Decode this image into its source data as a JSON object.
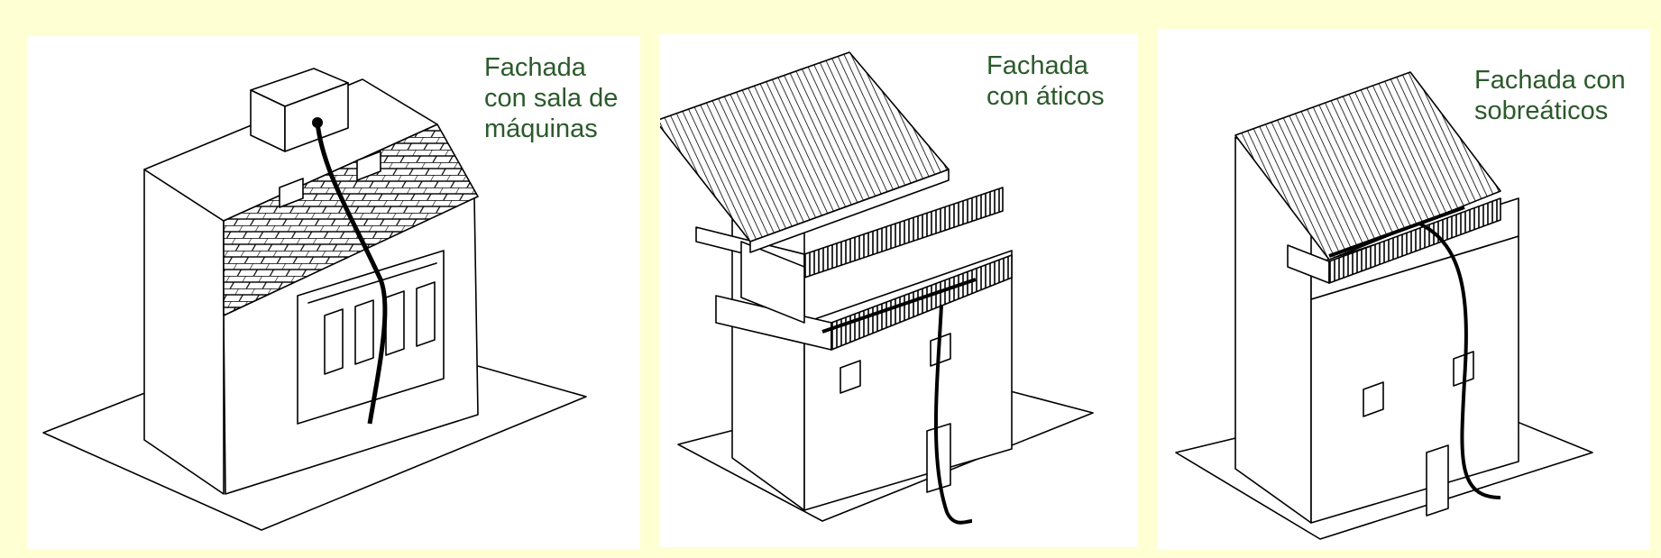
{
  "colors": {
    "background": "#ffffd4",
    "panel": "#ffffff",
    "caption_text": "#2b5a2b",
    "stroke": "#000000"
  },
  "panels": [
    {
      "caption": "Fachada\ncon sala de\nmáquinas"
    },
    {
      "caption": "Fachada\ncon áticos"
    },
    {
      "caption": "Fachada con\nsobreáticos"
    }
  ]
}
